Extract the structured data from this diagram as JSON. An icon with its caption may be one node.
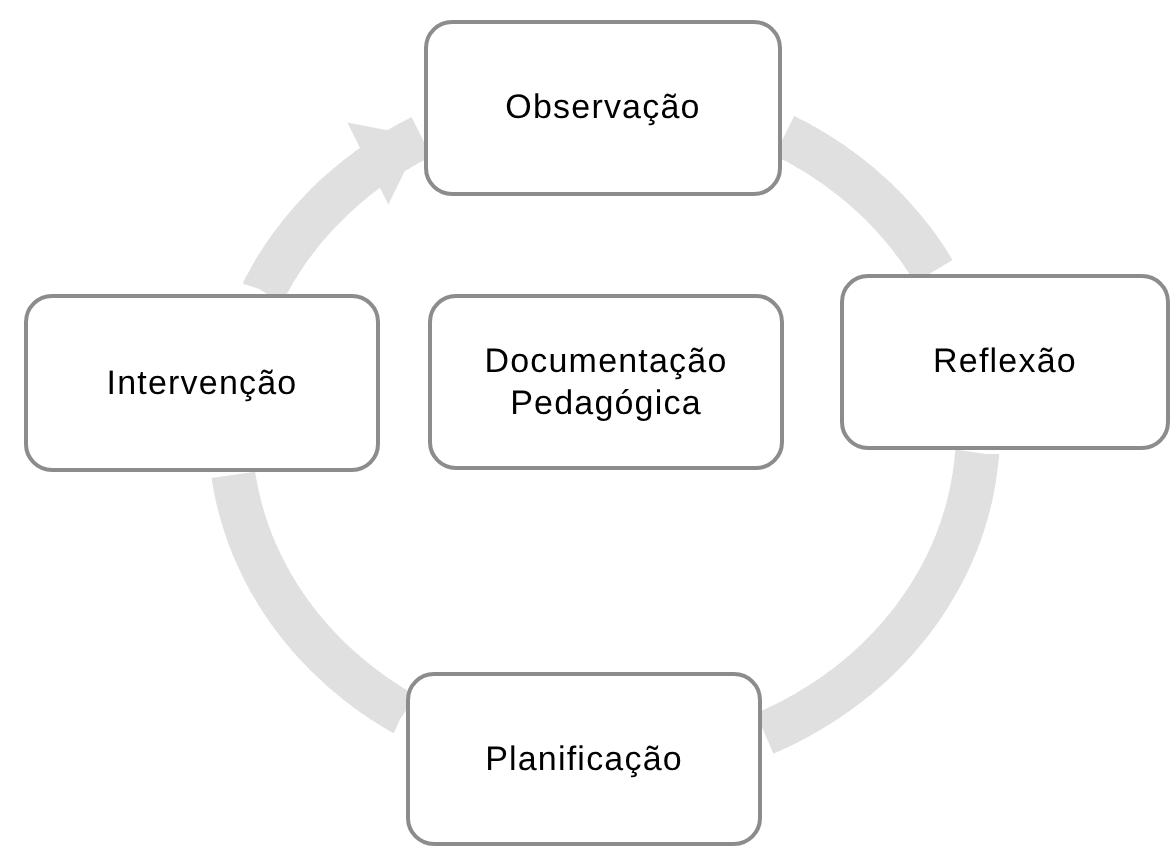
{
  "diagram": {
    "nodes": [
      {
        "text": [
          "Observação"
        ]
      },
      {
        "text": [
          "Reflexão"
        ]
      },
      {
        "text": [
          "Planificação"
        ]
      },
      {
        "text": [
          "Intervenção"
        ]
      },
      {
        "text": [
          "Documentação Pedagógica"
        ]
      }
    ],
    "edges": [
      {
        "from": 0,
        "to": 1,
        "arrow": "none"
      },
      {
        "from": 1,
        "to": 2,
        "arrow": "none"
      },
      {
        "from": 2,
        "to": 3,
        "arrow": "none"
      },
      {
        "from": 3,
        "to": 0,
        "arrow": "to"
      }
    ]
  }
}
